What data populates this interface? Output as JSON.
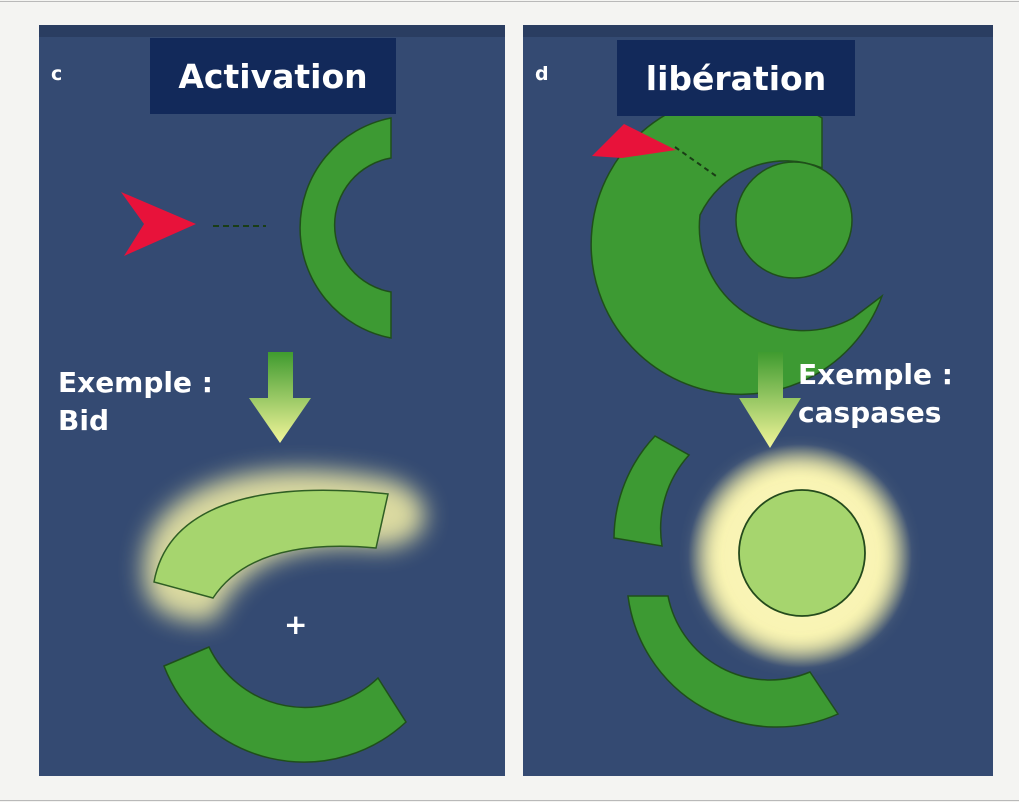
{
  "panels": [
    {
      "letter": "c",
      "title": "Activation",
      "example_line1": "Exemple :",
      "example_line2": "Bid"
    },
    {
      "letter": "d",
      "title": "libération",
      "example_line1": "Exemple :",
      "example_line2": "caspases"
    }
  ],
  "plus_sign": "+",
  "colors": {
    "panel_background": "#344a72",
    "title_background": "#12295a",
    "protein_green": "#3d9a33",
    "activated_green": "#a6d56e",
    "glow": "#fbf6b8",
    "arrow_red": "#e8123a"
  }
}
